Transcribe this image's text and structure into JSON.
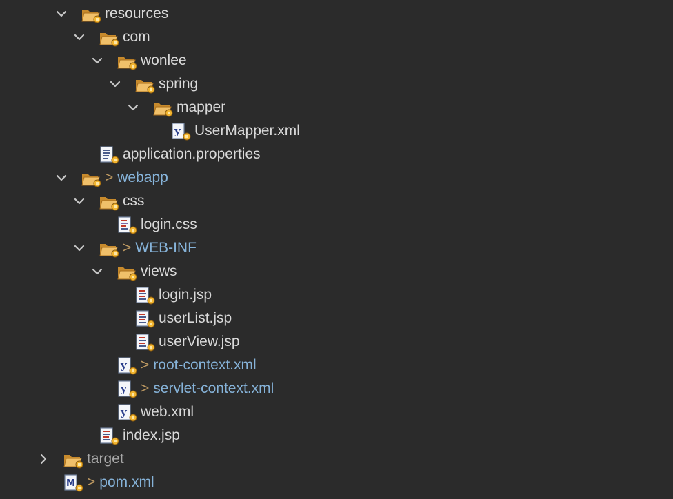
{
  "tree": [
    {
      "label": "resources",
      "icon": "folder-icon",
      "expanded": true,
      "depth": 0,
      "dirty": false,
      "style": "normal"
    },
    {
      "label": "com",
      "icon": "folder-icon",
      "expanded": true,
      "depth": 1,
      "dirty": false,
      "style": "normal"
    },
    {
      "label": "wonlee",
      "icon": "folder-icon",
      "expanded": true,
      "depth": 2,
      "dirty": false,
      "style": "normal"
    },
    {
      "label": "spring",
      "icon": "folder-icon",
      "expanded": true,
      "depth": 3,
      "dirty": false,
      "style": "normal"
    },
    {
      "label": "mapper",
      "icon": "folder-icon",
      "expanded": true,
      "depth": 4,
      "dirty": false,
      "style": "normal"
    },
    {
      "label": "UserMapper.xml",
      "icon": "xml-file-icon",
      "expanded": null,
      "depth": 5,
      "dirty": false,
      "style": "normal"
    },
    {
      "label": "application.properties",
      "icon": "properties-file-icon",
      "expanded": null,
      "depth": 1,
      "dirty": false,
      "style": "normal"
    },
    {
      "label": "webapp",
      "icon": "folder-icon",
      "expanded": true,
      "depth": 0,
      "dirty": true,
      "style": "blue"
    },
    {
      "label": "css",
      "icon": "folder-icon",
      "expanded": true,
      "depth": 1,
      "dirty": false,
      "style": "normal"
    },
    {
      "label": "login.css",
      "icon": "css-file-icon",
      "expanded": null,
      "depth": 2,
      "dirty": false,
      "style": "normal"
    },
    {
      "label": "WEB-INF",
      "icon": "folder-icon",
      "expanded": true,
      "depth": 1,
      "dirty": true,
      "style": "blue"
    },
    {
      "label": "views",
      "icon": "folder-icon",
      "expanded": true,
      "depth": 2,
      "dirty": false,
      "style": "normal"
    },
    {
      "label": "login.jsp",
      "icon": "jsp-file-icon",
      "expanded": null,
      "depth": 3,
      "dirty": false,
      "style": "normal"
    },
    {
      "label": "userList.jsp",
      "icon": "jsp-file-icon",
      "expanded": null,
      "depth": 3,
      "dirty": false,
      "style": "normal"
    },
    {
      "label": "userView.jsp",
      "icon": "jsp-file-icon",
      "expanded": null,
      "depth": 3,
      "dirty": false,
      "style": "normal"
    },
    {
      "label": "root-context.xml",
      "icon": "xml-file-icon",
      "expanded": null,
      "depth": 2,
      "dirty": true,
      "style": "blue"
    },
    {
      "label": "servlet-context.xml",
      "icon": "xml-file-icon",
      "expanded": null,
      "depth": 2,
      "dirty": true,
      "style": "blue"
    },
    {
      "label": "web.xml",
      "icon": "xml-file-icon",
      "expanded": null,
      "depth": 2,
      "dirty": false,
      "style": "normal"
    },
    {
      "label": "index.jsp",
      "icon": "jsp-file-icon",
      "expanded": null,
      "depth": 1,
      "dirty": false,
      "style": "normal"
    },
    {
      "label": "target",
      "icon": "folder-icon",
      "expanded": false,
      "depth": -1,
      "dirty": false,
      "style": "grey"
    },
    {
      "label": "pom.xml",
      "icon": "maven-file-icon",
      "expanded": null,
      "depth": -1,
      "dirty": true,
      "style": "blue"
    }
  ],
  "dirty_marker": ">",
  "colors": {
    "background": "#2b2b2b",
    "text": "#d9d9d9",
    "modified_text": "#86b3d9",
    "derived_text": "#a8a8a8",
    "folder": "#e9b96e",
    "chevron": "#c8c8c8"
  }
}
